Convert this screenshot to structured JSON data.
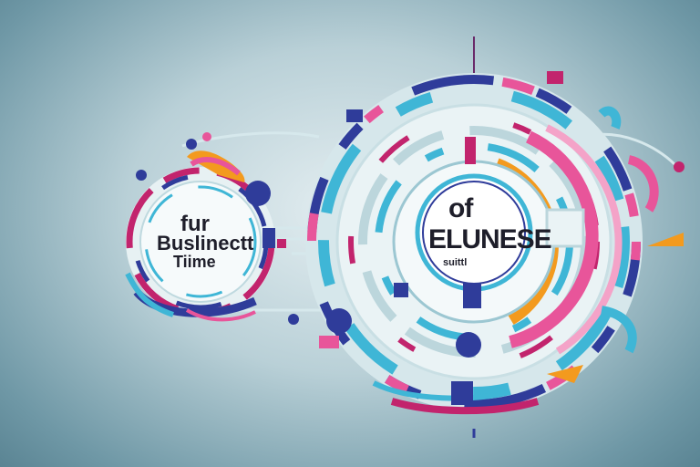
{
  "left_circle": {
    "line1": "fur",
    "line2": "Buslinectt",
    "line3": "Tiime"
  },
  "right_circle": {
    "line1": "of",
    "line2": "ELUNESE",
    "line3": "suittl"
  },
  "colors": {
    "background": "#b9d0d7",
    "navy": "#2f3c9a",
    "pink": "#e8559a",
    "orange": "#f39a1e",
    "cyan": "#3fb6d6",
    "magenta": "#c2246d"
  }
}
